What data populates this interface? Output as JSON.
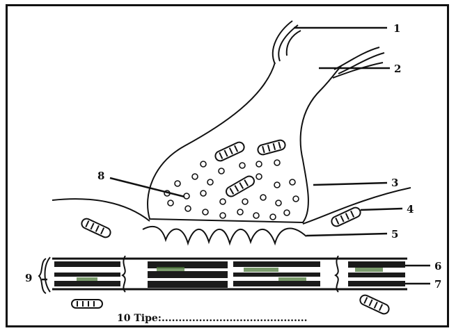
{
  "diagram": {
    "labels": {
      "l1": "1",
      "l2": "2",
      "l3": "3",
      "l4": "4",
      "l5": "5",
      "l6": "6",
      "l7": "7",
      "l8": "8",
      "l9": "9",
      "l10": "10 Тірe:..........................................."
    }
  }
}
